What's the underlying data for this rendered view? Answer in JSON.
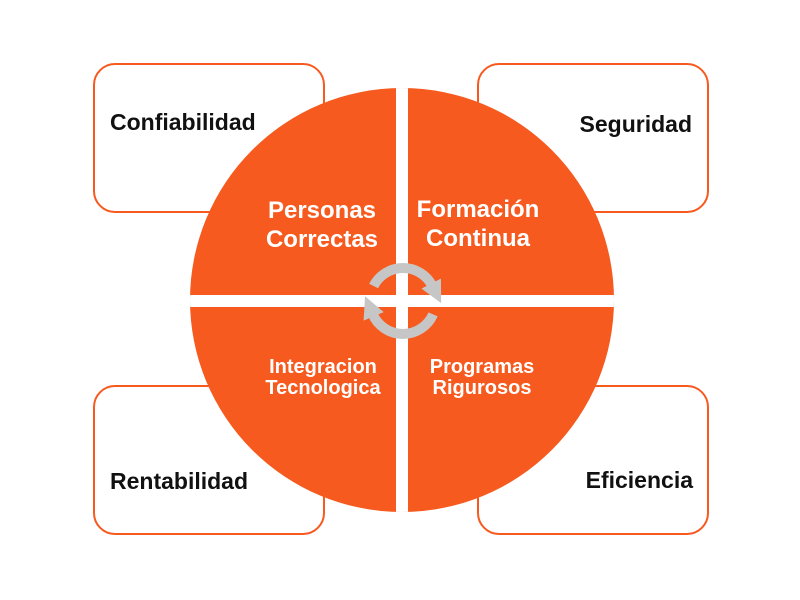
{
  "diagram": {
    "corner_cards": [
      {
        "position": "top-left",
        "label": "Confiabilidad"
      },
      {
        "position": "top-right",
        "label": "Seguridad"
      },
      {
        "position": "bottom-left",
        "label": "Rentabilidad"
      },
      {
        "position": "bottom-right",
        "label": "Eficiencia"
      }
    ],
    "quadrants": [
      {
        "position": "top-left",
        "line1": "Personas",
        "line2": "Correctas"
      },
      {
        "position": "top-right",
        "line1": "Formación",
        "line2": "Continua"
      },
      {
        "position": "bottom-left",
        "line1": "Integracion",
        "line2": "Tecnologica"
      },
      {
        "position": "bottom-right",
        "line1": "Programas",
        "line2": "Rigurosos"
      }
    ],
    "center_icon": "cycle-arrows",
    "colors": {
      "orange": "#F65A1E",
      "icon_gray": "#C6C6C6",
      "card_text": "#111111",
      "quadrant_text": "#FFFFFF",
      "background": "#FFFFFF"
    }
  }
}
